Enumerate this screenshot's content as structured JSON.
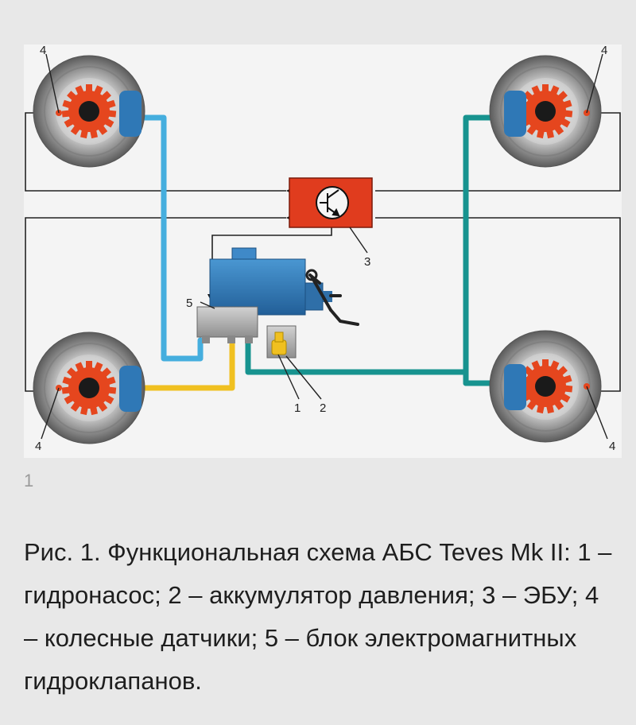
{
  "figure": {
    "index_label": "1",
    "markers": {
      "wheel_sensor": "4",
      "ecu": "3",
      "valve_block": "5",
      "pump": "1",
      "accumulator": "2"
    }
  },
  "caption": {
    "text": "Рис. 1. Функциональная схема АБС Teves Mk II: 1 – гидронасос; 2 – аккумулятор давления; 3 – ЭБУ; 4 – колесные датчики; 5 – блок электромагнитных гидроклапанов."
  },
  "colors": {
    "page_bg": "#e8e8e8",
    "line_blue": "#45aede",
    "line_teal": "#17938f",
    "line_yellow": "#f0c020",
    "ecu_red": "#e03c1e",
    "hydro_blue": "#2f78b6",
    "valve_gray": "#b0b0b0",
    "rotor_red": "#e5461e"
  },
  "icons": [
    "brake-disc-icon",
    "transistor-icon",
    "brake-pedal-icon"
  ]
}
